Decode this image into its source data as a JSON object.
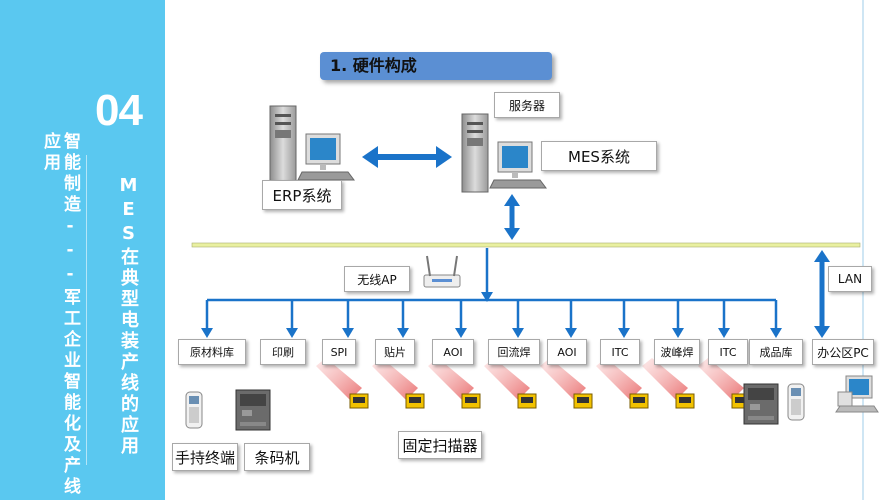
{
  "sidebar": {
    "number": "04",
    "series": "智能制造---军工企业智能化及产线应用",
    "title": "MES在典型电装产线的应用"
  },
  "header": {
    "title": "1. 硬件构成"
  },
  "servers": {
    "server_label": "服务器",
    "erp_label": "ERP系统",
    "mes_label": "MES系统"
  },
  "network": {
    "wireless_label": "无线AP",
    "lan_label": "LAN",
    "office_label": "办公区PC"
  },
  "stations": [
    "原材料库",
    "印刷",
    "SPI",
    "贴片",
    "AOI",
    "回流焊",
    "AOI",
    "ITC",
    "波峰焊",
    "ITC",
    "成品库"
  ],
  "devices": {
    "handheld_label": "手持终端",
    "barcode_label": "条码机",
    "scanner_label": "固定扫描器"
  },
  "colors": {
    "sidebar": "#5ac8f0",
    "header": "#5b8fd3",
    "arrow": "#1a73c9",
    "bus": "#e9f0a0",
    "scanner_beam": "#f29a9a",
    "scanner_body": "#f2c200"
  }
}
